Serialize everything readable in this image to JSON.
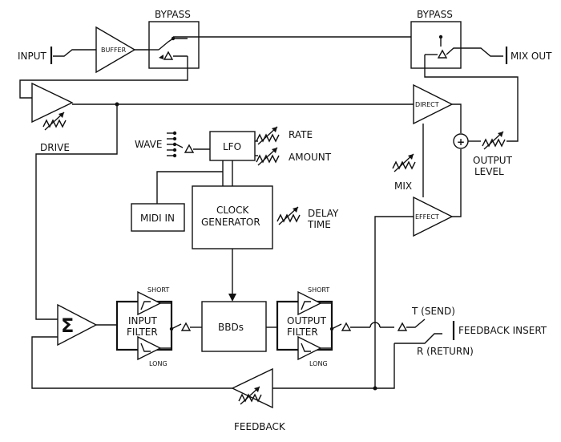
{
  "labels": {
    "bypass_left": "BYPASS",
    "bypass_right": "BYPASS",
    "input": "INPUT",
    "buffer": "BUFFER",
    "mix_out": "MIX OUT",
    "drive": "DRIVE",
    "direct": "DIRECT",
    "output_level_1": "OUTPUT",
    "output_level_2": "LEVEL",
    "wave": "WAVE",
    "lfo": "LFO",
    "rate": "RATE",
    "amount": "AMOUNT",
    "mix": "MIX",
    "midi_in": "MIDI IN",
    "clock_1": "CLOCK",
    "clock_2": "GENERATOR",
    "delay_1": "DELAY",
    "delay_2": "TIME",
    "effect": "EFFECT",
    "short_in": "SHORT",
    "long_in": "LONG",
    "input_filter_1": "INPUT",
    "input_filter_2": "FILTER",
    "sigma": "Σ",
    "bbds": "BBDs",
    "short_out": "SHORT",
    "long_out": "LONG",
    "output_filter_1": "OUTPUT",
    "output_filter_2": "FILTER",
    "t_send": "T (SEND)",
    "feedback_insert": "FEEDBACK INSERT",
    "r_return": "R (RETURN)",
    "feedback": "FEEDBACK",
    "sum_symbol": "+"
  }
}
